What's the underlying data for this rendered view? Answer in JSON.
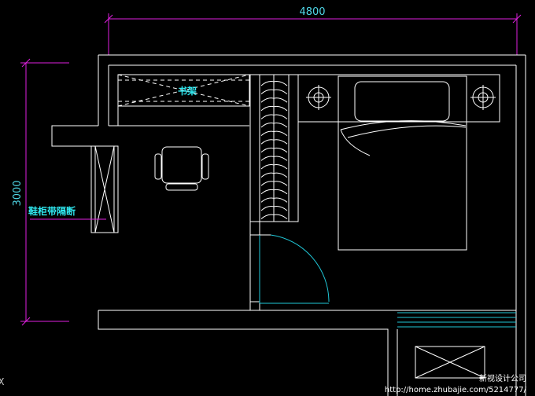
{
  "dimensions": {
    "width_label": "4800",
    "height_label": "3000"
  },
  "labels": {
    "bookshelf": "书架",
    "shoe_cabinet": "鞋柜带隔断"
  },
  "watermark": {
    "company": "新视设计公司",
    "url": "http://home.zhubajie.com/5214777/"
  },
  "cursor_glyph": "X",
  "colors": {
    "background": "#000000",
    "wall_line": "#ffffff",
    "dimension_line": "#e020e0",
    "annotation_text": "#2fe8f0",
    "door_arc": "#20c8d8"
  }
}
